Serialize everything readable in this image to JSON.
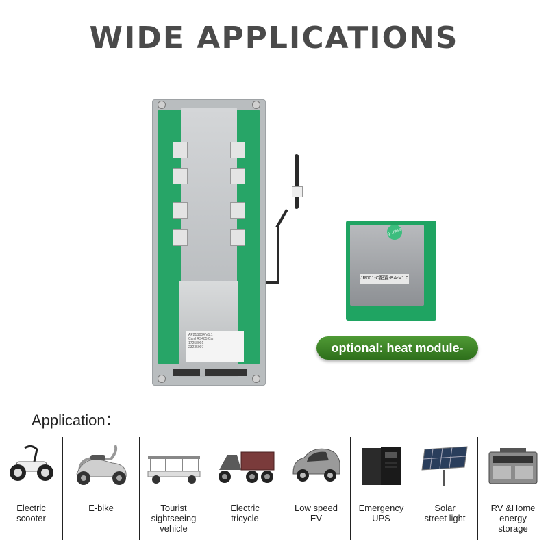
{
  "title": "WIDE APPLICATIONS",
  "main_board": {
    "label_lines": [
      "AP21S004 V1.1",
      "Card RS485 Can",
      "17258001",
      "23235007"
    ]
  },
  "heat_module": {
    "sticker": "JR001-C配置-BA-V1.0",
    "badge": "QC PASS"
  },
  "optional_label": "optional: heat  module-",
  "application_heading": "Application：",
  "applications": [
    {
      "label": "Electric\nscooter",
      "icon": "self-balancing-scooter-icon"
    },
    {
      "label": "E-bike",
      "icon": "e-bike-icon"
    },
    {
      "label": "Tourist\nsightseeing\nvehicle",
      "icon": "sightseeing-vehicle-icon"
    },
    {
      "label": "Electric\ntricycle",
      "icon": "electric-tricycle-icon"
    },
    {
      "label": "Low speed\nEV",
      "icon": "low-speed-ev-icon"
    },
    {
      "label": "Emergency\nUPS",
      "icon": "ups-icon"
    },
    {
      "label": "Solar\nstreet light",
      "icon": "solar-panel-icon"
    },
    {
      "label": "RV &Home\nenergy\nstorage",
      "icon": "energy-storage-icon"
    }
  ]
}
